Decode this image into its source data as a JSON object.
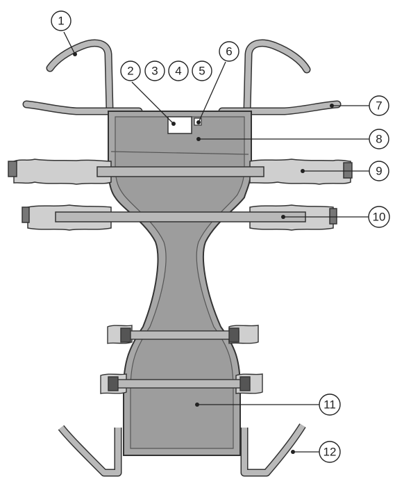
{
  "callouts": [
    {
      "id": "1",
      "label": "1"
    },
    {
      "id": "2",
      "label": "2"
    },
    {
      "id": "3",
      "label": "3"
    },
    {
      "id": "4",
      "label": "4"
    },
    {
      "id": "5",
      "label": "5"
    },
    {
      "id": "6",
      "label": "6"
    },
    {
      "id": "7",
      "label": "7"
    },
    {
      "id": "8",
      "label": "8"
    },
    {
      "id": "9",
      "label": "9"
    },
    {
      "id": "10",
      "label": "10"
    },
    {
      "id": "11",
      "label": "11"
    },
    {
      "id": "12",
      "label": "12"
    }
  ],
  "colors": {
    "sling_body": "#a7a7a7",
    "sling_inner": "#9d9d9d",
    "strap": "#b9b9b9",
    "padding": "#cfcfcf",
    "outline": "#333333",
    "callout_stroke": "#222222",
    "background": "#ffffff"
  }
}
